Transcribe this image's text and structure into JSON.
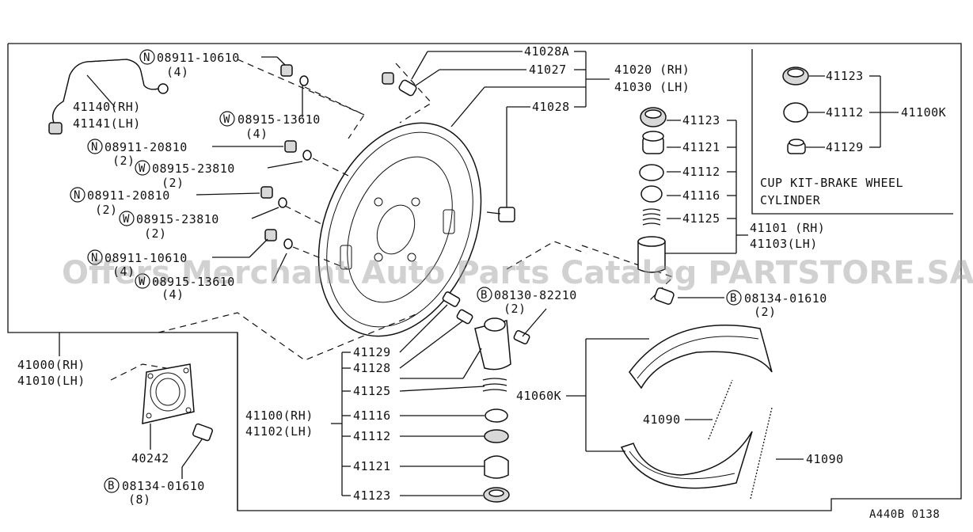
{
  "diagram": {
    "watermark": "Offers Merchant Auto Parts Catalog PARTSTORE.SA",
    "footer_code": "A440B 0138",
    "labels": {
      "p41028A": "41028A",
      "p41027": "41027",
      "p41028": "41028",
      "p41020": "41020 (RH)",
      "p41030": "41030 (LH)",
      "p41140": "41140(RH)",
      "p41141": "41141(LH)",
      "n_08911_10610_top": "08911-10610",
      "n_08911_10610_top_qty": "(4)",
      "w_08915_13610_top": "08915-13610",
      "w_08915_13610_top_qty": "(4)",
      "n_08911_20810_a": "08911-20810",
      "n_08911_20810_a_qty": "(2)",
      "w_08915_23810_a": "08915-23810",
      "w_08915_23810_a_qty": "(2)",
      "n_08911_20810_b": "08911-20810",
      "n_08911_20810_b_qty": "(2)",
      "w_08915_23810_b": "08915-23810",
      "w_08915_23810_b_qty": "(2)",
      "n_08911_10610_bot": "08911-10610",
      "n_08911_10610_bot_qty": "(4)",
      "w_08915_13610_bot": "08915-13610",
      "w_08915_13610_bot_qty": "(4)",
      "b_08130_82210": "08130-82210",
      "b_08130_82210_qty": "(2)",
      "b_08134_01610_r": "08134-01610",
      "b_08134_01610_r_qty": "(2)",
      "b_08134_01610_l": "08134-01610",
      "b_08134_01610_l_qty": "(8)",
      "r41123": "41123",
      "r41121": "41121",
      "r41112": "41112",
      "r41116": "41116",
      "r41125": "41125",
      "r41101": "41101 (RH)",
      "r41103": "41103(LH)",
      "k41123": "41123",
      "k41112": "41112",
      "k41129": "41129",
      "k41100K": "41100K",
      "cup_kit_1": "CUP KIT-BRAKE WHEEL",
      "cup_kit_2": "CYLINDER",
      "c41129": "41129",
      "c41128": "41128",
      "c41125": "41125",
      "c41116": "41116",
      "c41112": "41112",
      "c41121": "41121",
      "c41123": "41123",
      "c41100": "41100(RH)",
      "c41102": "41102(LH)",
      "p41000": "41000(RH)",
      "p41010": "41010(LH)",
      "p40242": "40242",
      "p41060K": "41060K",
      "p41090_a": "41090",
      "p41090_b": "41090",
      "sym_N": "N",
      "sym_W": "W",
      "sym_B": "B"
    }
  }
}
